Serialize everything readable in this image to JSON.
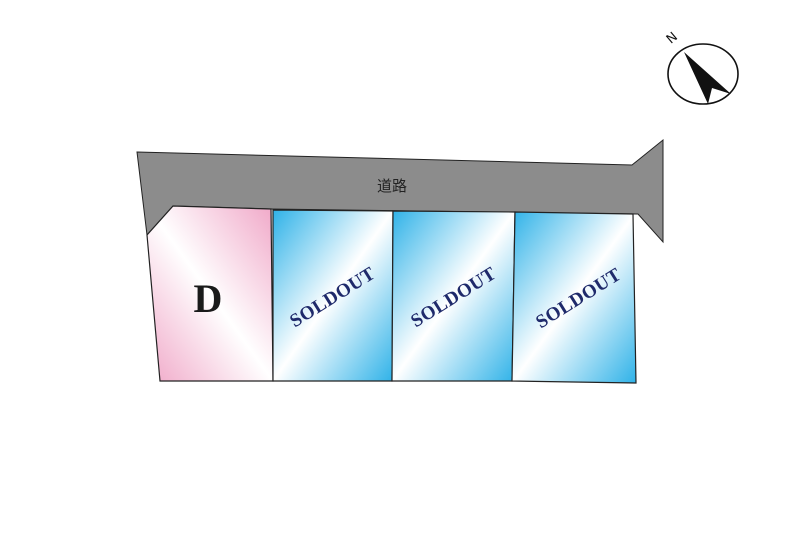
{
  "road": {
    "label": "道路",
    "color": "#8c8c8c"
  },
  "compass": {
    "letter": "N"
  },
  "lots": [
    {
      "id": "lot-d",
      "label": "D",
      "status": "available",
      "color": "#f2b3cf"
    },
    {
      "id": "lot-1",
      "label": "SOLDOUT",
      "status": "sold",
      "color": "#34b6ea"
    },
    {
      "id": "lot-2",
      "label": "SOLDOUT",
      "status": "sold",
      "color": "#34b6ea"
    },
    {
      "id": "lot-3",
      "label": "SOLDOUT",
      "status": "sold",
      "color": "#34b6ea"
    }
  ],
  "colors": {
    "outline": "#222222",
    "sold_text": "#1f2a6b"
  }
}
